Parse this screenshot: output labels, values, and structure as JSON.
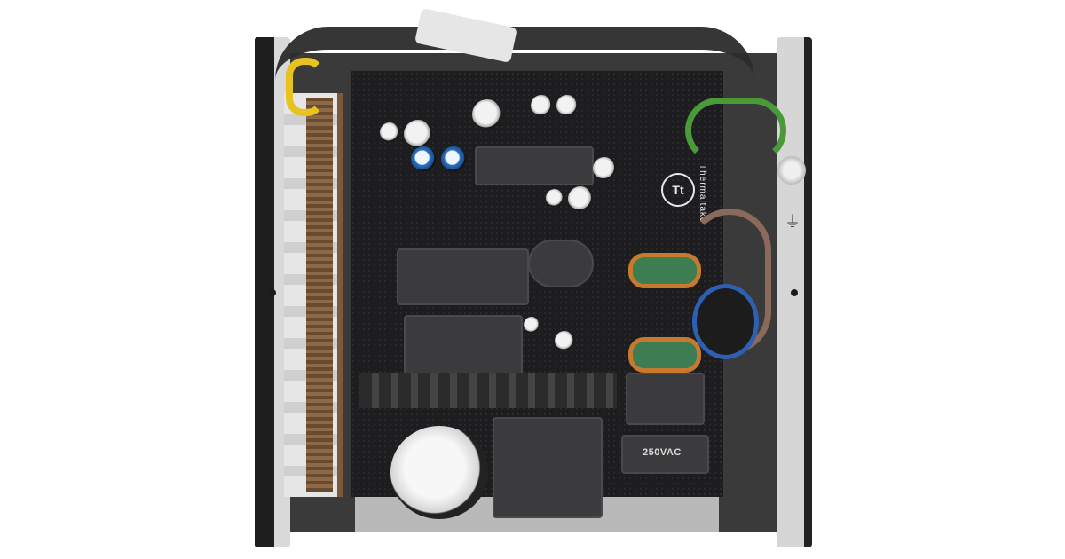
{
  "image": {
    "description": "Top-down product photo of an opened ATX power supply showing internal circuitry, cables, capacitors, transformers and heatsinks",
    "background_color": "#ffffff"
  },
  "labels": {
    "brand": "Thermaltake",
    "logo": "Tt",
    "capacitor_rating": "250VAC",
    "ground_symbol": "⏚"
  },
  "colors": {
    "pcb": "#1d1d1f",
    "case": "#d9d9d9",
    "case_dark": "#232323",
    "coil_copper": "#c77a2e",
    "coil_core": "#3e7d52",
    "cap_blue": "#2b6fbf",
    "wire_yellow": "#e8c21e",
    "wire_green": "#4a9a3a",
    "wire_blue": "#2d5fb5",
    "wire_brown": "#8a6a5a"
  }
}
